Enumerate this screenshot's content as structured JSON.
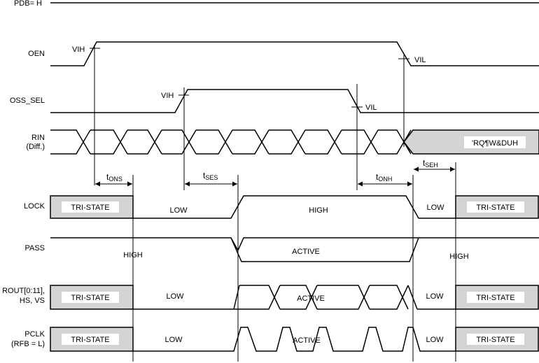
{
  "signals": {
    "pdb": "PDB= H",
    "oen": "OEN",
    "oss_sel": "OSS_SEL",
    "rin_line1": "RIN",
    "rin_line2": "(Diff.)",
    "lock": "LOCK",
    "pass": "PASS",
    "rout_line1": "ROUT[0:11],",
    "rout_line2": "HS, VS",
    "pclk_line1": "PCLK",
    "pclk_line2": "(RFB = L)"
  },
  "thresholds": {
    "vih": "VIH",
    "vil": "VIL"
  },
  "rin_box_text": "'RQ¶W&DUH",
  "timing": {
    "t_ons": {
      "main": "t",
      "sub": "ONS"
    },
    "t_ses": {
      "main": "t",
      "sub": "SES"
    },
    "t_onh": {
      "main": "t",
      "sub": "ONH"
    },
    "t_seh": {
      "main": "t",
      "sub": "SEH"
    }
  },
  "states": {
    "tristate": "TRI-STATE",
    "low": "LOW",
    "high": "HIGH",
    "active": "ACTIVE"
  }
}
